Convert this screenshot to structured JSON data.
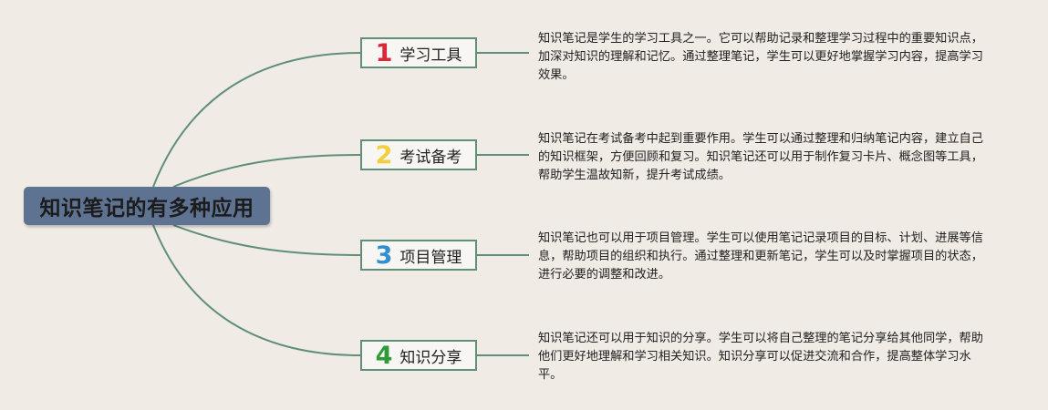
{
  "root": {
    "label": "知识笔记的有多种应用"
  },
  "colors": {
    "line": "#5f8f7b",
    "root_bg": "#5e7391",
    "background": "#f0ebe5"
  },
  "branches": [
    {
      "number": "1",
      "label": "学习工具",
      "number_color": "#d8283a",
      "description": "知识笔记是学生的学习工具之一。它可以帮助记录和整理学习过程中的重要知识点，加深对知识的理解和记忆。通过整理笔记，学生可以更好地掌握学习内容，提高学习效果。"
    },
    {
      "number": "2",
      "label": "考试备考",
      "number_color": "#f2cf3c",
      "description": "知识笔记在考试备考中起到重要作用。学生可以通过整理和归纳笔记内容，建立自己的知识框架，方便回顾和复习。知识笔记还可以用于制作复习卡片、概念图等工具，帮助学生温故知新，提升考试成绩。"
    },
    {
      "number": "3",
      "label": "项目管理",
      "number_color": "#2f8fd0",
      "description": "知识笔记也可以用于项目管理。学生可以使用笔记记录项目的目标、计划、进展等信息，帮助项目的组织和执行。通过整理和更新笔记，学生可以及时掌握项目的状态，进行必要的调整和改进。"
    },
    {
      "number": "4",
      "label": "知识分享",
      "number_color": "#2e9a3a",
      "description": "知识笔记还可以用于知识的分享。学生可以将自己整理的笔记分享给其他同学，帮助他们更好地理解和学习相关知识。知识分享可以促进交流和合作，提高整体学习水平。"
    }
  ]
}
